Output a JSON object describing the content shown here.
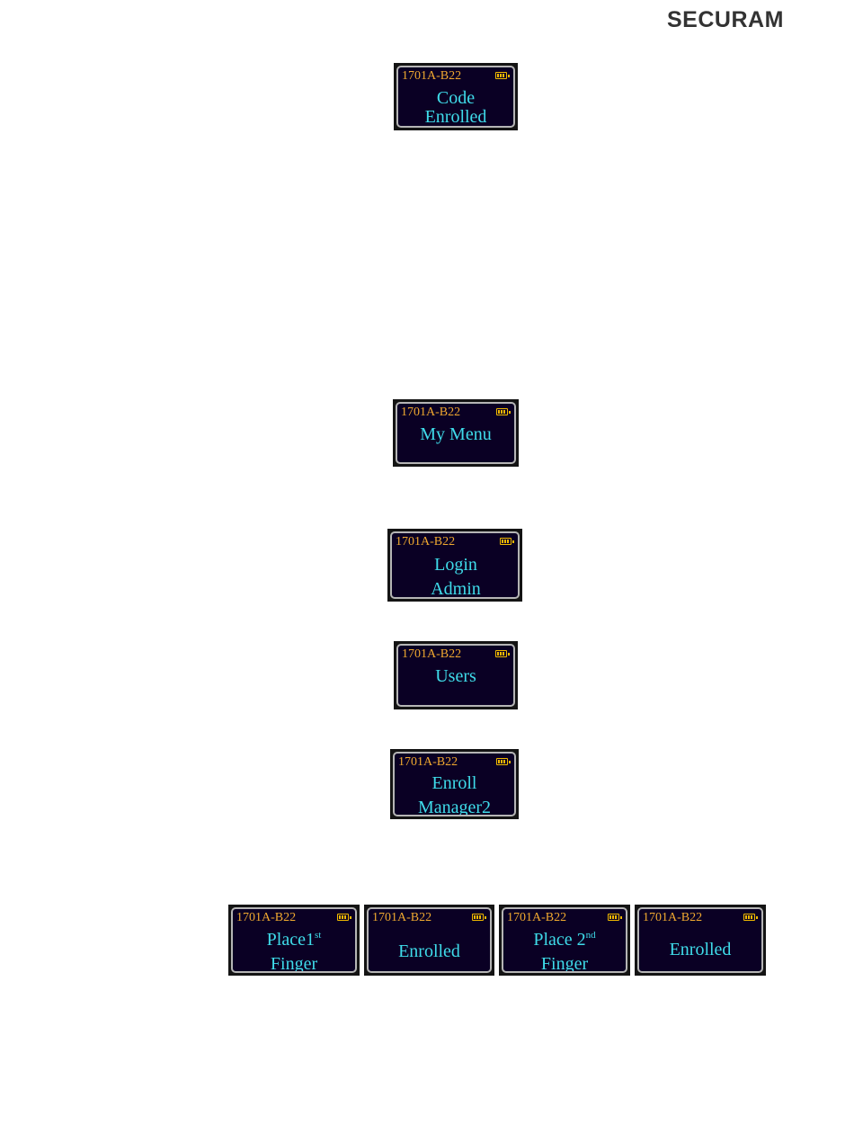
{
  "header": {
    "brand": "SECURAM"
  },
  "screens": [
    {
      "model": "1701A-B22",
      "line1": "Code",
      "line2": "Enrolled"
    },
    {
      "model": "1701A-B22",
      "line1": "My Menu"
    },
    {
      "model": "1701A-B22",
      "line1": "Login",
      "line2": "Admin"
    },
    {
      "model": "1701A-B22",
      "line1": "Users"
    },
    {
      "model": "1701A-B22",
      "line1": "Enroll",
      "line2": "Manager2"
    },
    {
      "model": "1701A-B22",
      "line1": "Place1",
      "line1_sup": "st",
      "line2": "Finger"
    },
    {
      "model": "1701A-B22",
      "line1": "Enrolled"
    },
    {
      "model": "1701A-B22",
      "line1": "Place 2",
      "line1_sup": "nd",
      "line2": "Finger"
    },
    {
      "model": "1701A-B22",
      "line1": "Enrolled"
    }
  ],
  "colors": {
    "model_text": "#f0a830",
    "message_text": "#3fdcea",
    "screen_bg": "#0a0024",
    "battery": "#f0b800"
  },
  "icons": {
    "battery": "battery-icon"
  }
}
